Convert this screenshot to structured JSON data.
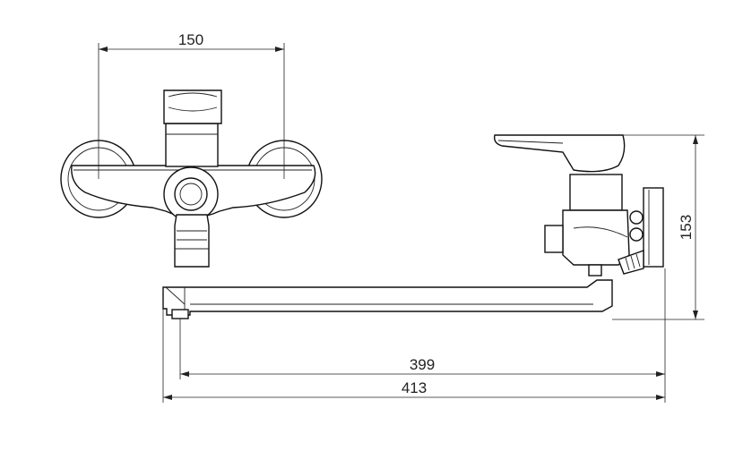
{
  "dimensions": {
    "top_width": "150",
    "height": "153",
    "spout_reach": "399",
    "overall_length": "413"
  }
}
